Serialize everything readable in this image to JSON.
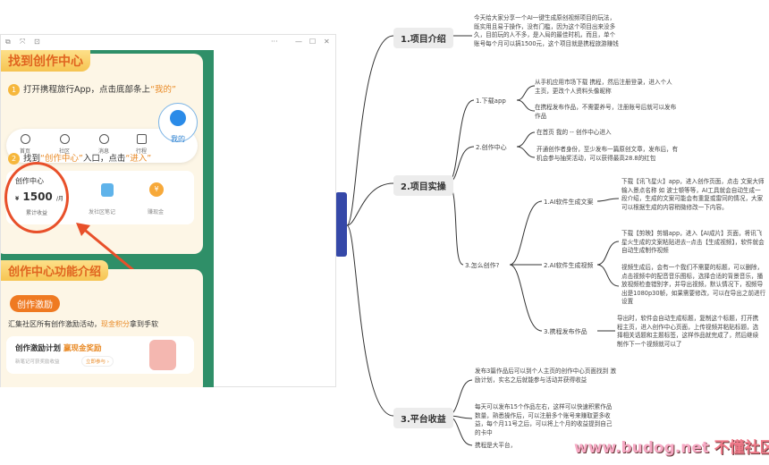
{
  "window": {
    "title_icons": [
      "pin-icon",
      "expand-icon",
      "save-icon"
    ],
    "controls": [
      "more-icon",
      "minimize-icon",
      "maximize-icon",
      "close-icon"
    ],
    "more": "···",
    "min": "—",
    "max": "☐",
    "close": "✕"
  },
  "phone": {
    "title": "找到创作中心",
    "step1": {
      "num": "1",
      "text": "打开携程旅行App，点击底部条上",
      "highlight": "“我的”"
    },
    "nav": [
      "首页",
      "社区",
      "消息",
      "行程"
    ],
    "mine": "我的",
    "step2": {
      "num": "2",
      "pre": "找到",
      "h1": "“创作中心”",
      "mid": "入口，点击",
      "h2": "“进入”"
    },
    "center": {
      "title": "创作中心",
      "currency": "¥",
      "amount": "1500",
      "unit": "/月",
      "label": "累计收益",
      "btn1": "发社区笔记",
      "btn2": "赚现金",
      "coin": "¥"
    },
    "feature_title": "创作中心功能介绍",
    "tag": "创作激励",
    "desc_pre": "汇集社区所有创作激励活动，",
    "desc_h": "现金积分",
    "desc_post": "拿到手软",
    "plan": {
      "title": "创作激励计划",
      "reward": "赢现金奖励",
      "sub": "新笔记可获奖励收益",
      "btn": "立即参与 ›"
    }
  },
  "mindmap": {
    "n1": {
      "label": "1.项目介绍",
      "text": "今天给大家分享一个AI一键生成原创视频项目的玩法，既实用且易于操作，没有门槛，因为这个项目出来没多久，目前玩的人不多，是入局的最佳时机，而且，单个账号每个月可以搞1500元，这个项目就是携程旅游赚钱"
    },
    "n2": {
      "label": "2.项目实操",
      "download": {
        "label": "1.下载app",
        "t1": "从手机应用市场下载 携程，然后注册登录，进入个人主页，更改个人资料头像昵称",
        "t2": "在携程发布作品，不需要养号，注册账号后就可以发布作品"
      },
      "center": {
        "label": "2.创作中心",
        "t1": "在首页 我的 -- 创作中心进入",
        "t2": "开通创作者身份，至少发布一篇原创文章，发布后，有机会参与抽奖活动，可以获得最高28.8的红包"
      },
      "how": {
        "label": "3.怎么创作?",
        "a": {
          "label": "1.AI软件生成文案",
          "text": "下载【讯飞星火】app，进入创作页面，点击 文案大师 输入景点名称 如 波士顿等等，AI工具就会自动生成一段介绍，生成的文案可能会有重复或雷同的情况，大家可以根据生成的内容稍微修改一下内容。"
        },
        "b": {
          "label": "2.AI软件生成视频",
          "t1": "下载【剪映】剪辑app，进入【AI成片】页面，将讯飞星火生成的文案粘贴进去--点击【生成视频】，软件就会自动生成制作视频",
          "t2": "视频生成后，会有一个我们不需要的标题，可以删除，点击视频中的配音音乐图标，选择合适的背景音乐，播放视频检查错别字，并导出视频，默认情况下，视频导出是1080p30帧，如果需要修改，可以在导出之前进行设置"
        },
        "c": {
          "label": "3.携程发布作品",
          "text": "导出时，软件会自动生成标题，复制这个标题，打开携程主页，进入创作中心页面，上传视频并粘贴标题，选择相关话题和主题标签，这样作品就完成了，然后继续制作下一个视频就可以了"
        }
      }
    },
    "n3": {
      "label": "3.平台收益",
      "t1": "发布3篇作品后可以到个人主页的创作中心页面找到 激励计划，实名之后就能参与活动并获得收益",
      "t2": "每天可以发布15个作品左右，这样可以快速积累作品数量，熟悉操作后，可以注册多个账号来赚取更多收益，每个月11号之后，可以将上个月的收益提到自己的卡中",
      "t3": "携程是大平台，"
    }
  },
  "watermark": {
    "url": "www.budog.net",
    "name": "不懂社区"
  }
}
